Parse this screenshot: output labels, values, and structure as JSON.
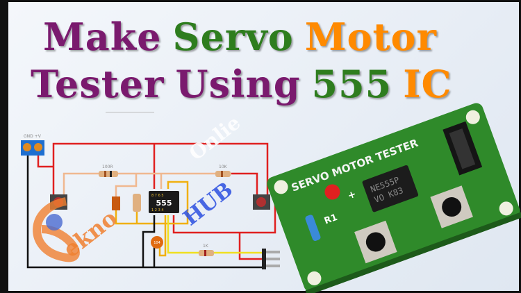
{
  "title": {
    "line1": [
      {
        "text": "Make",
        "color": "#7a1a6e"
      },
      {
        "text": "Servo",
        "color": "#2e7d1e"
      },
      {
        "text": "Motor",
        "color": "#ff8a00"
      }
    ],
    "line2": [
      {
        "text": "Tester",
        "color": "#7a1a6e"
      },
      {
        "text": "Using",
        "color": "#7a1a6e"
      },
      {
        "text": "555",
        "color": "#2e7d1e"
      },
      {
        "text": "IC",
        "color": "#ff8a00"
      }
    ]
  },
  "schematic": {
    "terminal_label": "GND +V",
    "resistor1": "100R",
    "resistor2": "10K",
    "resistor3": "1K",
    "capacitor": "104",
    "ic": "555",
    "pins_top": [
      "8",
      "7",
      "6",
      "5"
    ],
    "pins_bottom": [
      "1",
      "2",
      "3",
      "4"
    ]
  },
  "watermark": {
    "part1": "ekno",
    "part2": "HUB",
    "part3": "Onlie"
  },
  "pcb": {
    "board_label": "SERVO MOTOR TESTER",
    "chip_line1": "NE555P",
    "chip_line2": "VO K83",
    "resistor_label": "R1",
    "plus": "+"
  }
}
